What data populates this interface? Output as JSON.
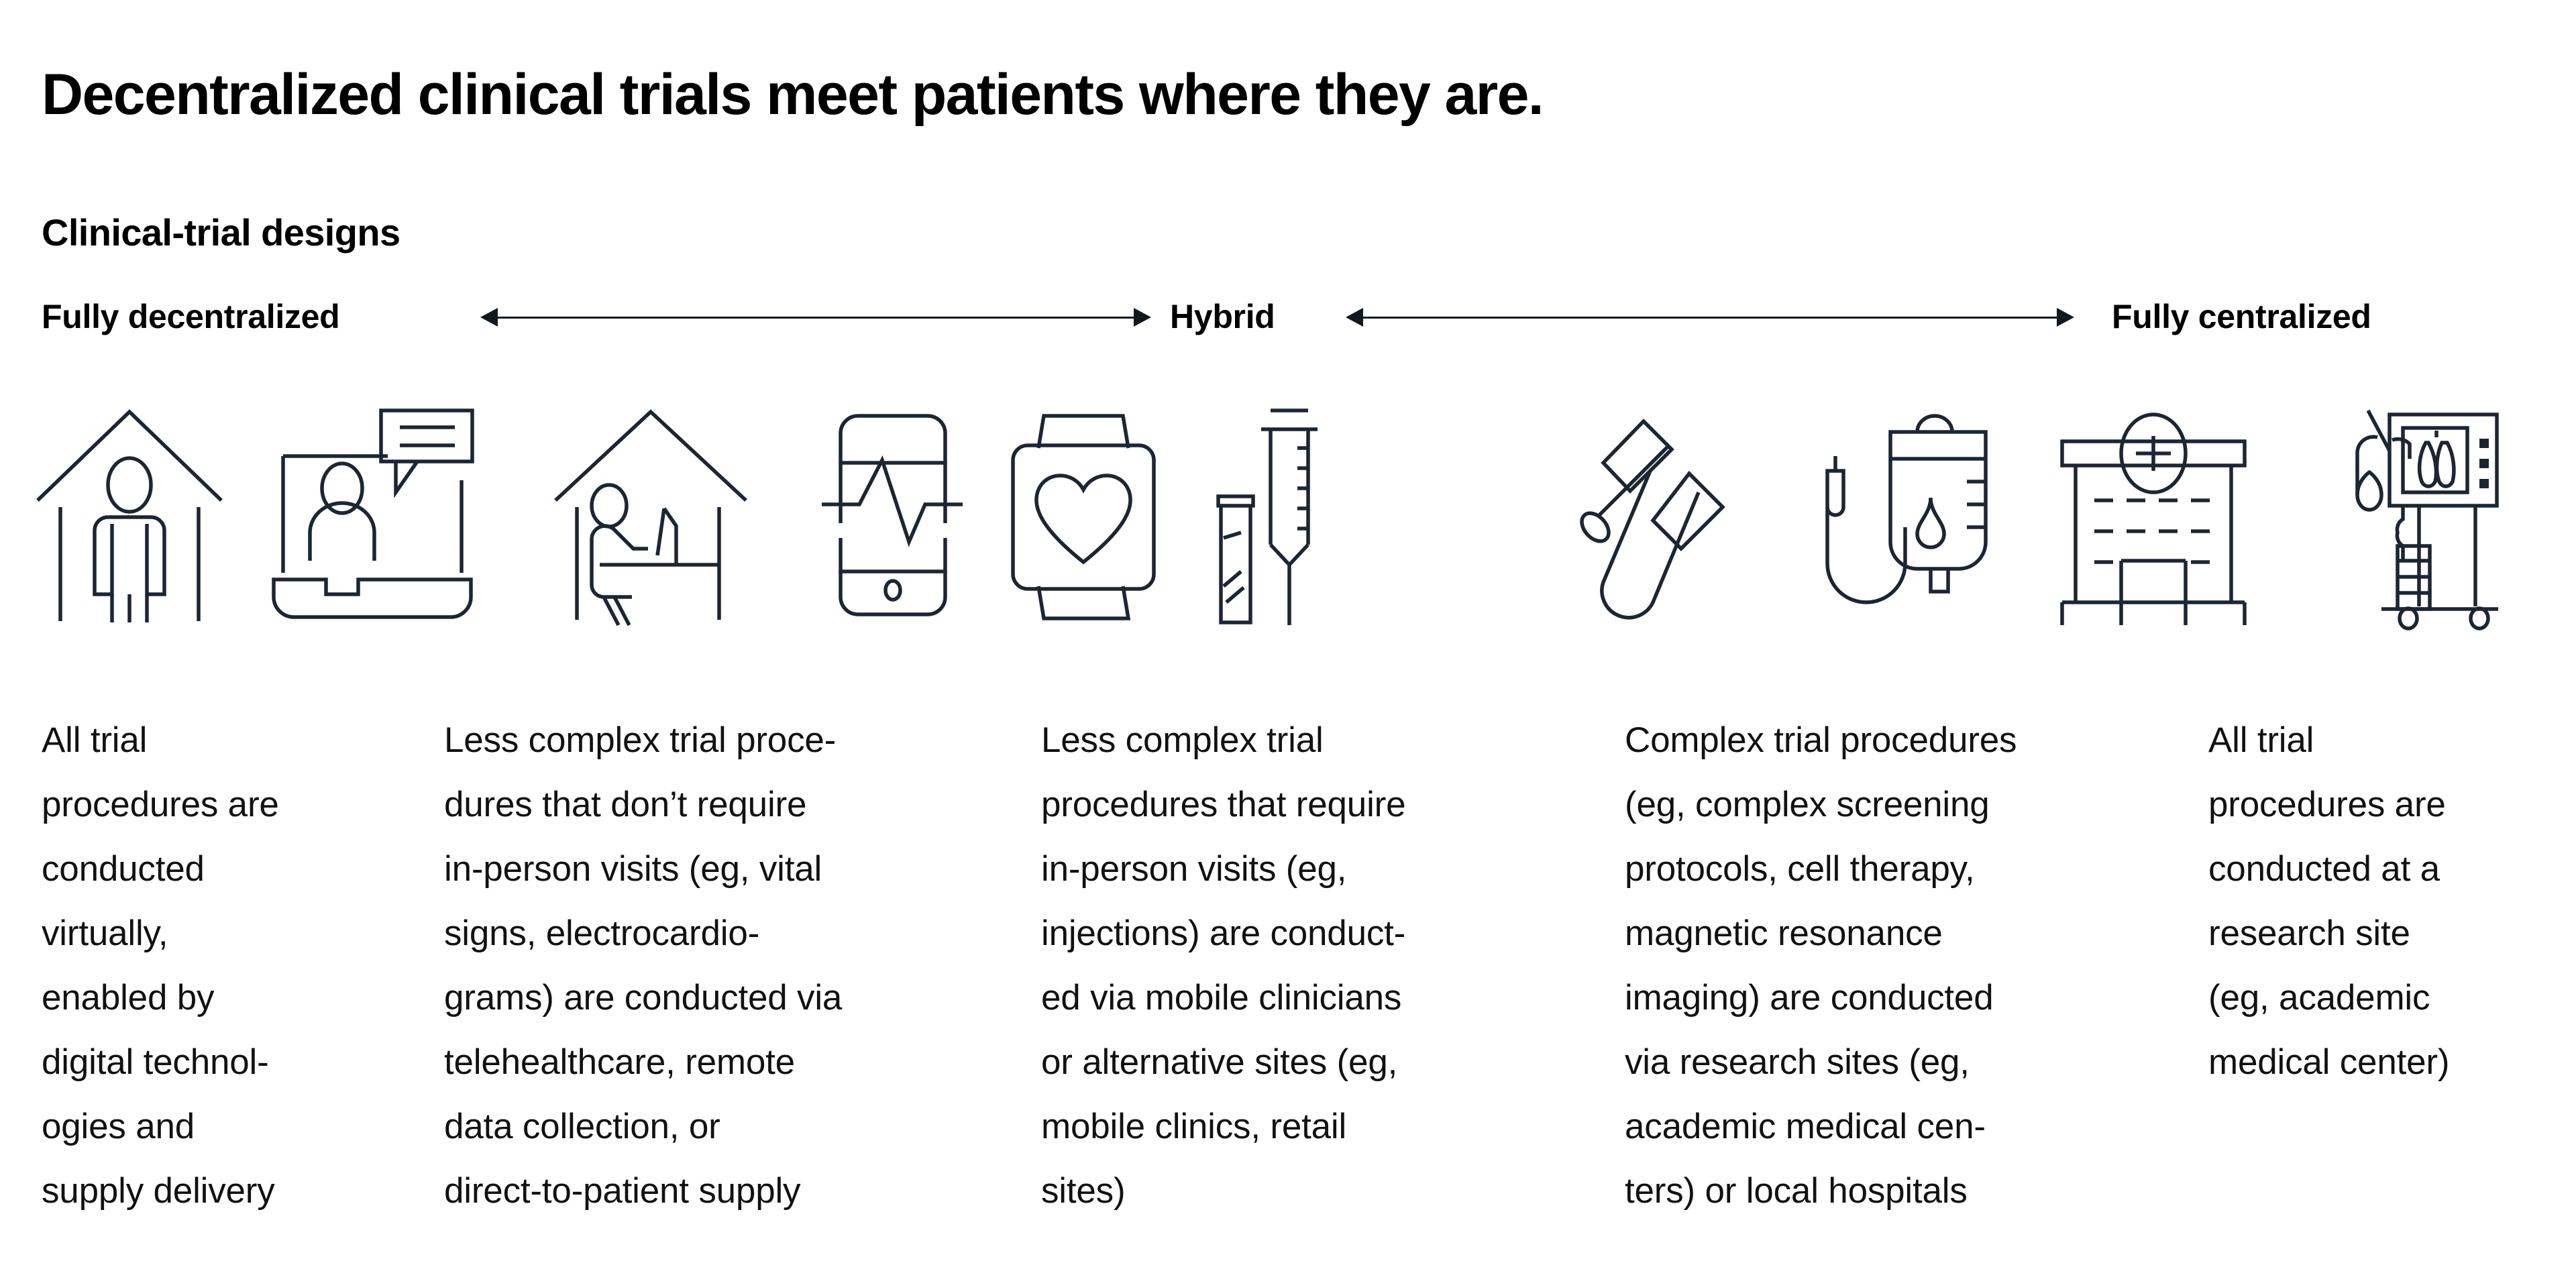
{
  "headline": "Decentralized clinical trials meet patients where they are.",
  "subhead": "Clinical-trial designs",
  "colors": {
    "text": "#111111",
    "headline": "#000000",
    "icon_stroke": "#1c2633",
    "arrow": "#111820",
    "background": "#ffffff"
  },
  "scale": {
    "left_label": "Fully decentralized",
    "center_label": "Hybrid",
    "right_label": "Fully centralized",
    "arrow_1": "double-headed-arrow",
    "arrow_2": "double-headed-arrow"
  },
  "icons": [
    {
      "name": "home-with-person-icon",
      "label": "Home with standing person"
    },
    {
      "name": "laptop-video-call-icon",
      "label": "Laptop video call with speech bubble"
    },
    {
      "name": "home-with-person-at-desk-icon",
      "label": "Home with person working at desk"
    },
    {
      "name": "smartphone-ecg-icon",
      "label": "Smartphone showing heartbeat trace"
    },
    {
      "name": "smartwatch-heart-icon",
      "label": "Smartwatch with heart"
    },
    {
      "name": "syringe-and-vial-icon",
      "label": "Syringe with medication vial"
    },
    {
      "name": "test-tube-and-swab-icon",
      "label": "Test tube with swab"
    },
    {
      "name": "iv-drip-bag-icon",
      "label": "IV drip bag with droplet"
    },
    {
      "name": "hospital-building-icon",
      "label": "Hospital building with plus sign"
    },
    {
      "name": "medical-imaging-machine-icon",
      "label": "Mobile medical imaging machine"
    }
  ],
  "columns": [
    {
      "id": "col-1",
      "text": "All trial procedures are conducted virtually, enabled by digital technologies and supply delivery",
      "lines": [
        "All trial",
        "procedures are",
        "conducted",
        "virtually,",
        "enabled by",
        "digital technol-",
        "ogies and",
        "supply delivery"
      ]
    },
    {
      "id": "col-2",
      "text": "Less complex trial procedures that don’t require in-person visits (eg, vital signs, electrocardiograms) are conducted via telehealthcare, remote data collection, or direct-to-patient supply",
      "lines": [
        "Less complex trial proce-",
        "dures that don’t require",
        "in-person visits (eg, vital",
        "signs, electrocardio-",
        "grams) are conducted via",
        "telehealthcare, remote",
        "data collection, or",
        "direct-to-patient supply"
      ]
    },
    {
      "id": "col-3",
      "text": "Less complex trial procedures that require in-person visits (eg, injections) are conducted via mobile clinicians or alternative sites (eg, mobile clinics, retail sites)",
      "lines": [
        "Less complex trial",
        "procedures that require",
        "in-person visits (eg,",
        "injections) are conduct-",
        "ed via mobile clinicians",
        "or alternative sites (eg,",
        "mobile clinics, retail",
        "sites)"
      ]
    },
    {
      "id": "col-4",
      "text": "Complex trial procedures (eg, complex screening protocols, cell therapy, magnetic resonance imaging) are conducted via research sites (eg, academic medical centers) or local hospitals",
      "lines": [
        "Complex trial procedures",
        "(eg, complex screening",
        "protocols, cell therapy,",
        "magnetic resonance",
        "imaging) are conducted",
        "via research sites (eg,",
        "academic medical cen-",
        "ters) or local hospitals"
      ]
    },
    {
      "id": "col-5",
      "text": "All trial procedures are conducted at a research site (eg, academic medical center)",
      "lines": [
        "All trial",
        "procedures are",
        "conducted at a",
        "research site",
        "(eg, academic",
        "medical center)"
      ]
    }
  ]
}
